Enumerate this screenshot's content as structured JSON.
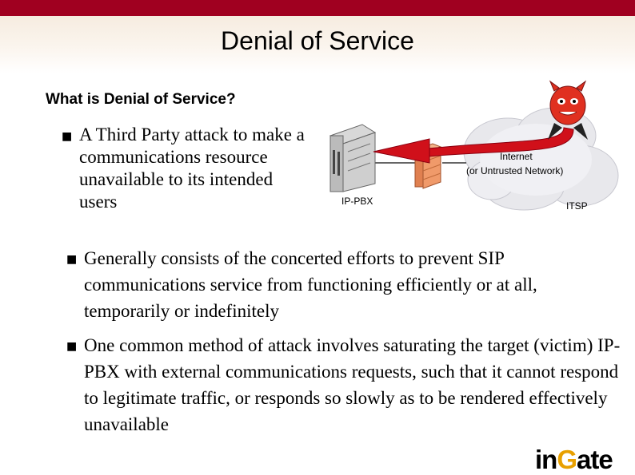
{
  "slide": {
    "title": "Denial of Service",
    "subtitle": "What is Denial of Service?",
    "bullets": [
      {
        "text": "A Third Party attack to make a communications resource unavailable to its intended users"
      },
      {
        "text": "Generally consists of the concerted efforts to prevent SIP communications service from functioning efficiently or at all, temporarily or indefinitely"
      },
      {
        "text": "One common method of attack involves saturating the target (victim) IP-PBX with external communications requests, such that it cannot respond to legitimate traffic, or responds so slowly as to be rendered effectively unavailable"
      }
    ]
  },
  "diagram": {
    "pbx_label": "IP-PBX",
    "internet_label_1": "Internet",
    "internet_label_2": "(or Untrusted Network)",
    "itsp_label": "ITSP",
    "icons": [
      "server-icon",
      "firewall-icon",
      "cloud-icon",
      "devil-attacker-icon",
      "attack-arrow-icon"
    ]
  },
  "logo": {
    "part1": "in",
    "part2": "G",
    "part3": "ate"
  },
  "colors": {
    "topbar": "#a00020",
    "arrow": "#d0101a",
    "logo_accent": "#e8a000"
  }
}
